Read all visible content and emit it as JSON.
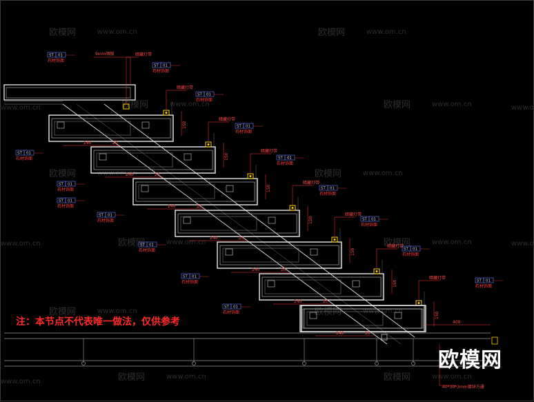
{
  "drawing": {
    "note": "注：本节点不代表唯一做法，仅供参考",
    "top_label": "9mm钢板",
    "bottom_label": "40*30*3mm镀锌方通",
    "material_code": "ST",
    "material_num": "01",
    "material_name": "石材饰面",
    "light_strip": "暗藏灯带",
    "dim_240": "240",
    "dim_20": "20",
    "dim_400": "400",
    "dim_150": "150",
    "watermark_name": "欧模网",
    "watermark_url": "www.om.cn",
    "logo_text": "欧模网"
  },
  "colors": {
    "background": "#000000",
    "tread": "#ffffff",
    "dimension": "#ff3b3b",
    "tag_box": "#6d7cff",
    "light": "#ffd400",
    "structure": "#9a9a9a"
  }
}
